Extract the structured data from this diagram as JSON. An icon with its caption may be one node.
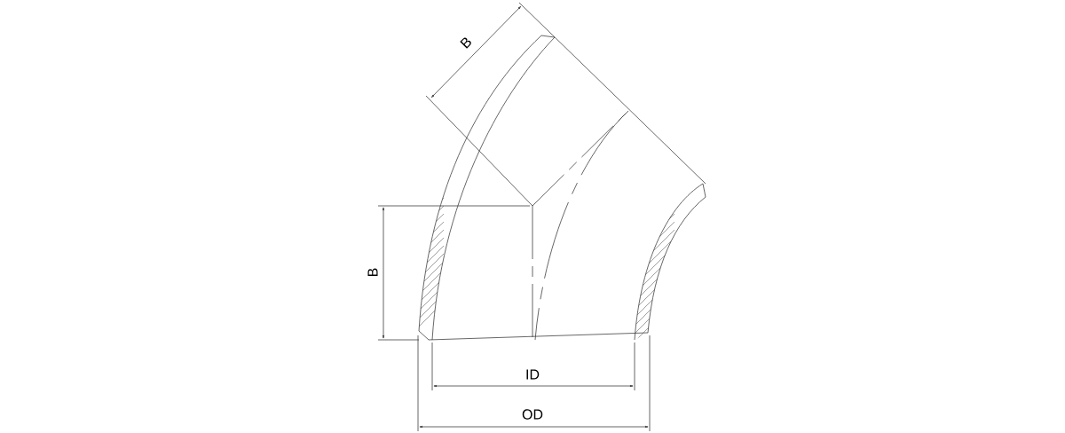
{
  "diagram": {
    "labels": [
      "B",
      "B",
      "ID",
      "OD"
    ]
  }
}
